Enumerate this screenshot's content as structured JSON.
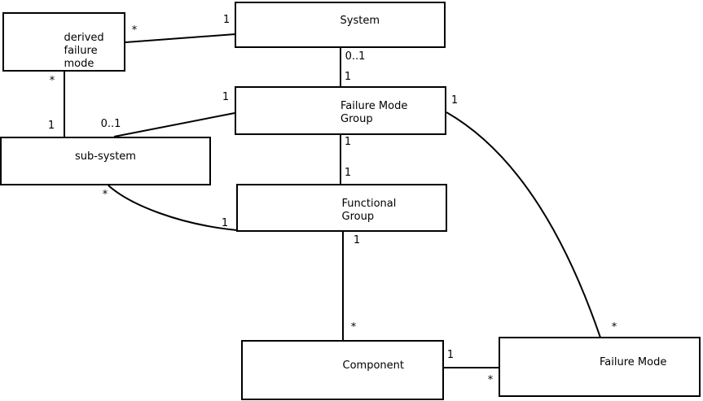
{
  "diagram": {
    "kind": "entity-association-diagram",
    "colors": {
      "background": "#ffffff",
      "line": "#000000",
      "text": "#000000"
    },
    "nodes": {
      "derived_failure_mode": {
        "label": "derived\nfailure\nmode"
      },
      "system": {
        "label": "System"
      },
      "failure_mode_group": {
        "label": "Failure Mode\nGroup"
      },
      "sub_system": {
        "label": "sub-system"
      },
      "functional_group": {
        "label": "Functional\nGroup"
      },
      "component": {
        "label": "Component"
      },
      "failure_mode": {
        "label": "Failure Mode"
      }
    },
    "edges": [
      {
        "from": "derived_failure_mode",
        "to": "system",
        "from_mult": "*",
        "to_mult": "1"
      },
      {
        "from": "system",
        "to": "failure_mode_group",
        "from_mult": "0..1",
        "to_mult": "1"
      },
      {
        "from": "derived_failure_mode",
        "to": "sub_system",
        "from_mult": "*",
        "to_mult": "1"
      },
      {
        "from": "failure_mode_group",
        "to": "sub_system",
        "from_mult": "1",
        "to_mult": "0..1"
      },
      {
        "from": "failure_mode_group",
        "to": "functional_group",
        "from_mult": "1",
        "to_mult": "1"
      },
      {
        "from": "sub_system",
        "to": "functional_group",
        "from_mult": "*",
        "to_mult": "1"
      },
      {
        "from": "failure_mode_group",
        "to": "failure_mode",
        "from_mult": "1",
        "to_mult": "*"
      },
      {
        "from": "functional_group",
        "to": "component",
        "from_mult": "1",
        "to_mult": "*"
      },
      {
        "from": "component",
        "to": "failure_mode",
        "from_mult": "1",
        "to_mult": "*"
      }
    ]
  }
}
